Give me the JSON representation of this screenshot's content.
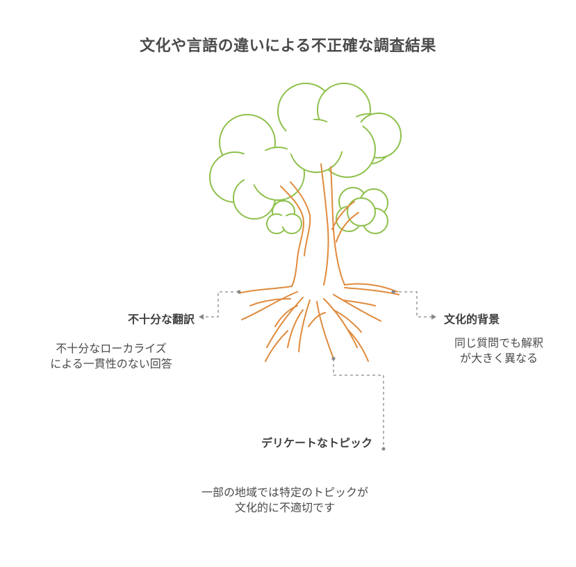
{
  "title": "文化や言語の違いによる不正確な調査結果",
  "nodes": {
    "left": {
      "label": "不十分な翻訳",
      "desc_lines": [
        "不十分なローカライズ",
        "による一貫性のない回答"
      ]
    },
    "right": {
      "label": "文化的背景",
      "desc_lines": [
        "同じ質問でも解釈",
        "が大きく異なる"
      ]
    },
    "bottom": {
      "label": "デリケートなトピック",
      "desc_lines": [
        "一部の地域では特定のトピックが",
        "文化的に不適切です"
      ]
    }
  },
  "colors": {
    "canopy": "#8dc04a",
    "trunk": "#e08a3c",
    "connector": "#888888",
    "text": "#444444"
  }
}
